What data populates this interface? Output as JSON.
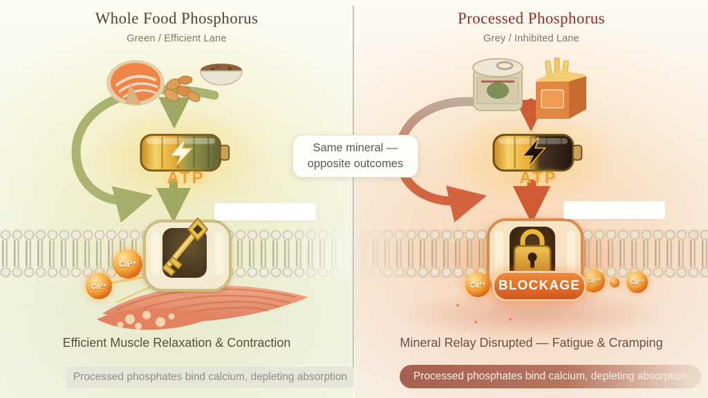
{
  "left_panel": {
    "title": "Whole Food Phosphorus",
    "subtitle": "Green / Efficient Lane",
    "atp_label": "ATP",
    "ion_label": "Ca²⁺",
    "caption": "Efficient Muscle Relaxation & Contraction",
    "footnote": "Processed phosphates bind calcium, depleting absorption",
    "accent_color": "#9fa862",
    "title_color": "#4c4535"
  },
  "center_callout": {
    "line1": "Same mineral —",
    "line2": "opposite outcomes"
  },
  "right_panel": {
    "title": "Processed Phosphorus",
    "subtitle": "Grey / Inhibited Lane",
    "atp_label": "ATP",
    "ion_label": "Ca²⁺",
    "blockage_label": "BLOCKAGE",
    "caption": "Mineral Relay Disrupted — Fatigue & Cramping",
    "footnote": "Processed phosphates bind calcium, depleting absorption",
    "accent_color": "#d4552f",
    "title_color": "#8e2c24"
  },
  "colors": {
    "atp_text": "#e9a238",
    "blockage_fill": "#d2571d",
    "divider": "#b5b3ae",
    "ion_fill": "#e06a1a",
    "left_arrow": "#9fa862",
    "right_arrow": "#d4552f"
  }
}
